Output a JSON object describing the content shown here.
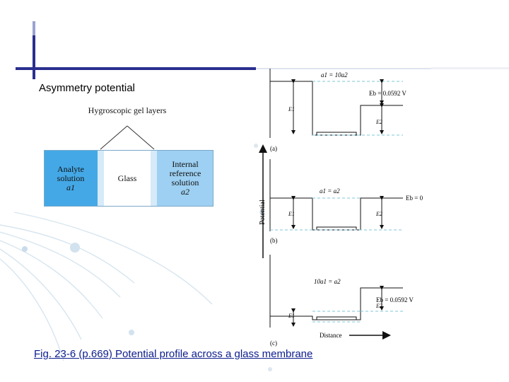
{
  "slide": {
    "title": "Asymmetry potential",
    "caption": "Fig. 23-6 (p.669) Potential profile across a glass membrane"
  },
  "membrane": {
    "gel_label": "Hygroscopic gel layers",
    "analyte": {
      "line1": "Analyte",
      "line2": "solution",
      "activity": "a1"
    },
    "glass": "Glass",
    "reference": {
      "line1": "Internal",
      "line2": "reference",
      "line3": "solution",
      "activity": "a2"
    }
  },
  "profiles": {
    "y_axis_label": "Potential",
    "x_axis_label": "Distance",
    "panels": [
      {
        "tag": "(a)",
        "condition": "a1 = 10a2",
        "eb": "Eb = 0.0592 V",
        "e1": "E1",
        "e2": "E2"
      },
      {
        "tag": "(b)",
        "condition": "a1 = a2",
        "eb": "Eb = 0",
        "e1": "E1",
        "e2": "E2"
      },
      {
        "tag": "(c)",
        "condition": "10a1 = a2",
        "eb": "Eb = 0.0592 V",
        "e1": "E1",
        "e2": "E2"
      }
    ]
  },
  "colors": {
    "accent": "#0b1c8c",
    "analyte_fill": "#44a8e6",
    "reference_fill": "#9dd0f2",
    "dashed": "#7fc7d8"
  }
}
